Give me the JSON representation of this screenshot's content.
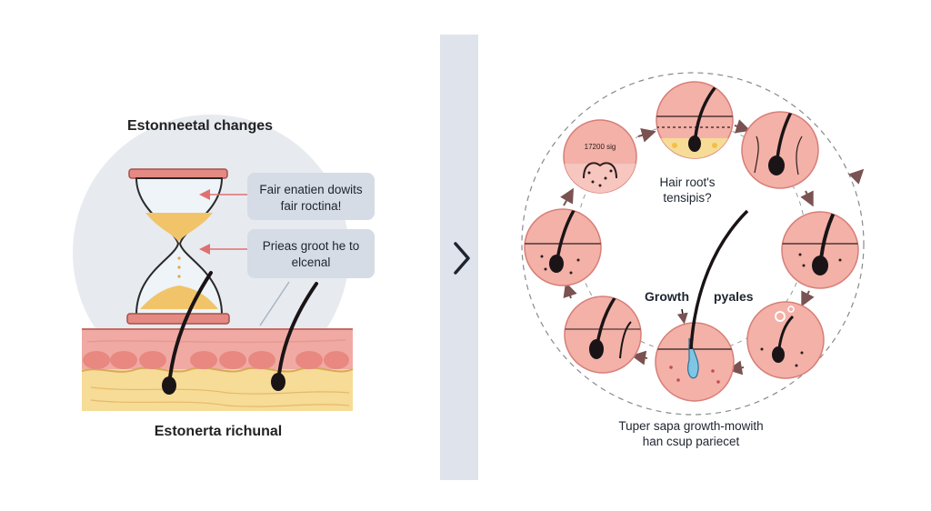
{
  "left_panel": {
    "title": "Estonneetal changes",
    "bubble_1": {
      "line1": "Fair enatien dowits",
      "line2": "fair roctina!"
    },
    "bubble_2": {
      "line1": "Prieas groot he to",
      "line2": "elcenal"
    },
    "caption": "Estonerta richunal"
  },
  "right_panel": {
    "center_question": {
      "line1": "Hair root's",
      "line2": "tensipis?"
    },
    "growth_label_a": "Growth",
    "growth_label_b": "pyales",
    "stage_text": "17200 sig",
    "caption": {
      "line1": "Tuper sapa growth-mowith",
      "line2": "han csup pariecet"
    }
  },
  "colors": {
    "skin_pink": "#f2b8b0",
    "fat_yellow": "#f6dc96",
    "sand": "#f2c46a",
    "hair": "#1a1416",
    "arrow_red": "#e07070",
    "bubble_bg": "#d5dce6",
    "cycle_circle": "#f3b1a8"
  },
  "icons": [
    "hourglass-icon",
    "chevron-right-icon",
    "hair-follicle-icon",
    "cycle-arrow-icon"
  ]
}
